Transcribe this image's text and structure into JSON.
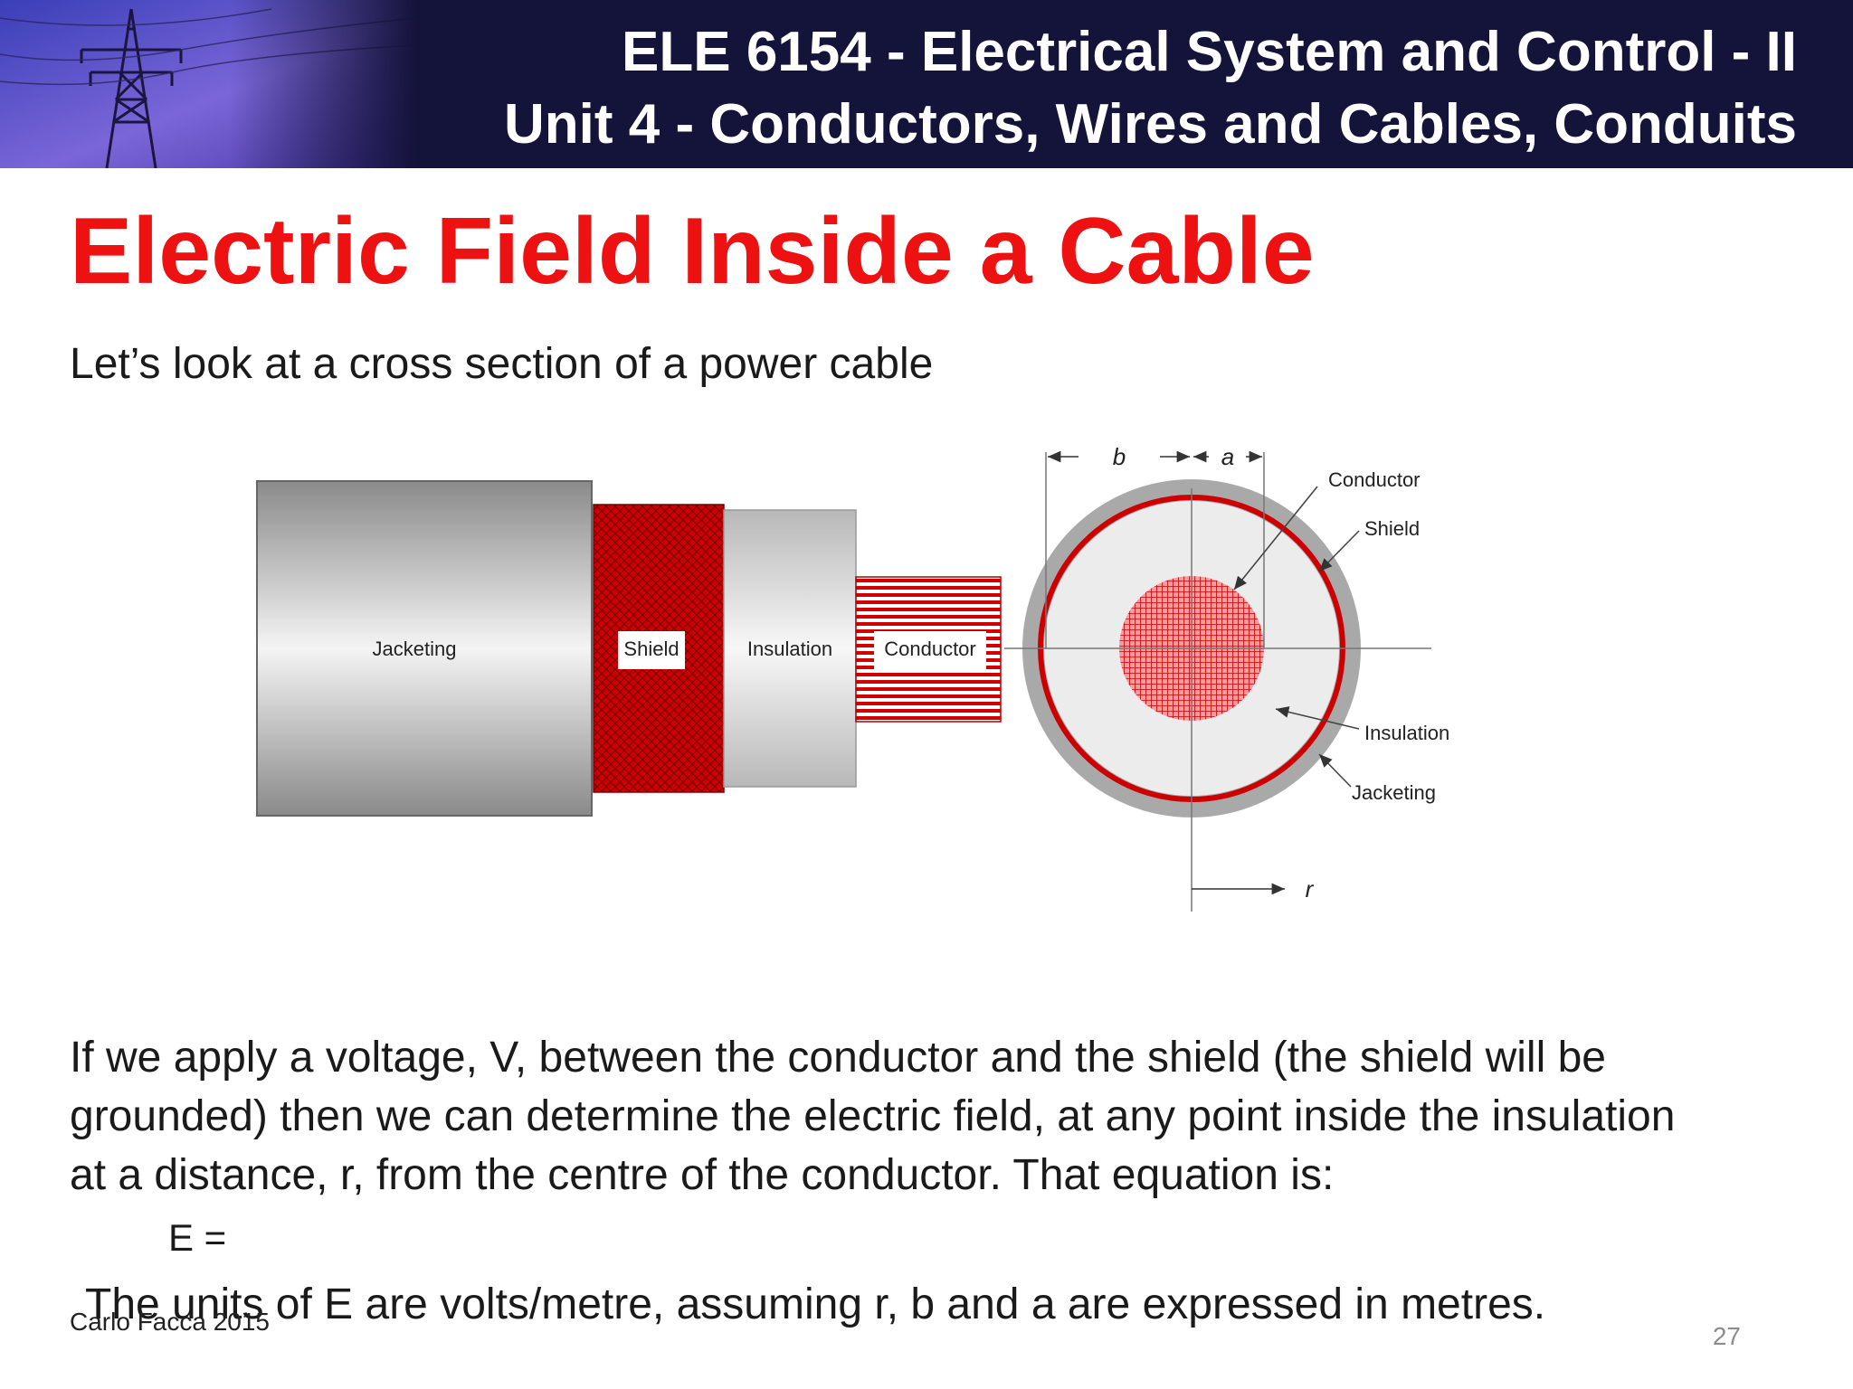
{
  "header": {
    "course_title": "ELE 6154 - Electrical System and Control - II",
    "unit_title": "Unit 4 - Conductors, Wires and Cables, Conduits"
  },
  "slide": {
    "title": "Electric Field Inside a Cable",
    "intro": "Let’s look at a cross section of a power cable",
    "paragraph_lines": [
      "If we apply a voltage, V, between the conductor and the shield (the shield will be",
      "grounded) then we can determine the electric field, at any point inside the insulation",
      "at a distance, r, from the centre of the conductor.  That equation is:"
    ],
    "equation": "E =",
    "units_note": "The units of E are volts/metre, assuming r, b and a are expressed in metres."
  },
  "figure": {
    "side_labels": {
      "jacketing": "Jacketing",
      "shield": "Shield",
      "insulation": "Insulation",
      "conductor": "Conductor"
    },
    "cross_labels": {
      "conductor": "Conductor",
      "shield": "Shield",
      "insulation": "Insulation",
      "jacketing": "Jacketing",
      "b": "b",
      "a": "a",
      "r": "r"
    },
    "colors": {
      "red": "#cc0000",
      "gray": "#a0a0a0",
      "light_gray": "#e6e6e6"
    }
  },
  "footer": {
    "author": "Carlo Facca 2015",
    "page": "27"
  }
}
